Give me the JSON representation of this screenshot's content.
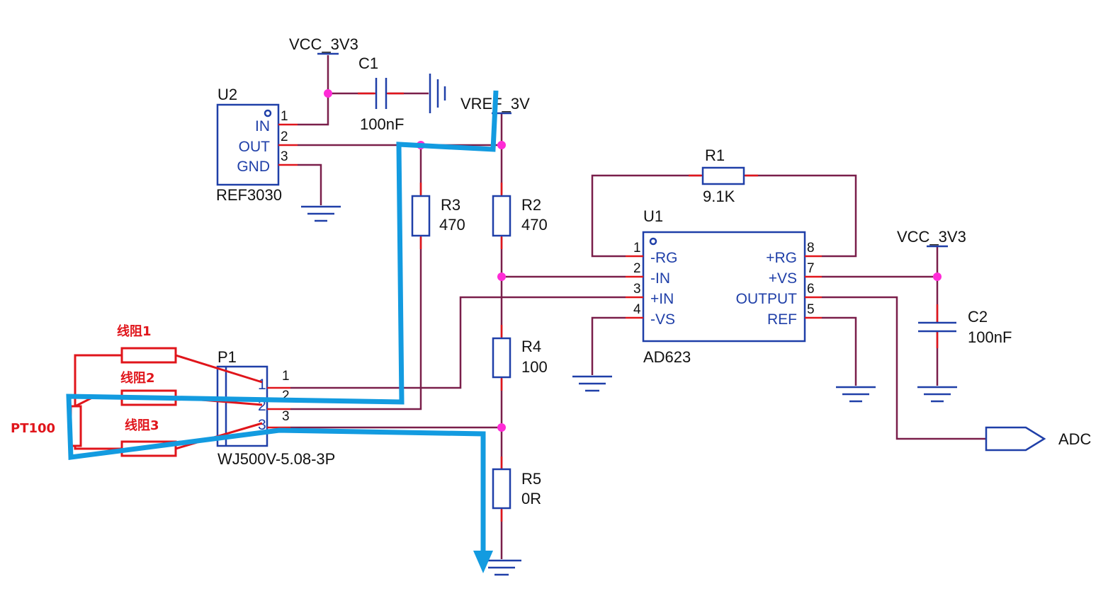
{
  "components": {
    "u2": {
      "ref": "U2",
      "value": "REF3030",
      "pins": {
        "in": "IN",
        "out": "OUT",
        "gnd": "GND"
      },
      "nums": [
        "1",
        "2",
        "3"
      ]
    },
    "c1": {
      "ref": "C1",
      "value": "100nF"
    },
    "c2": {
      "ref": "C2",
      "value": "100nF"
    },
    "r1": {
      "ref": "R1",
      "value": "9.1K"
    },
    "r2": {
      "ref": "R2",
      "value": "470"
    },
    "r3": {
      "ref": "R3",
      "value": "470"
    },
    "r4": {
      "ref": "R4",
      "value": "100"
    },
    "r5": {
      "ref": "R5",
      "value": "0R"
    },
    "u1": {
      "ref": "U1",
      "value": "AD623",
      "left_pins": [
        "-RG",
        "-IN",
        "+IN",
        "-VS"
      ],
      "right_pins": [
        "+RG",
        "+VS",
        "OUTPUT",
        "REF"
      ],
      "left_nums": [
        "1",
        "2",
        "3",
        "4"
      ],
      "right_nums": [
        "8",
        "7",
        "6",
        "5"
      ]
    },
    "p1": {
      "ref": "P1",
      "value": "WJ500V-5.08-3P",
      "nums": [
        "1",
        "2",
        "3"
      ]
    }
  },
  "nets": {
    "vcc_top": "VCC_3V3",
    "vcc_right": "VCC_3V3",
    "vref": "VREF_3V",
    "adc": "ADC"
  },
  "annotations": {
    "wire_res_1": "线阻1",
    "wire_res_2": "线阻2",
    "wire_res_3": "线阻3",
    "sensor": "PT100"
  },
  "colors": {
    "wire": "#7a1f4a",
    "pin": "#e0151b",
    "symbol": "#1f3fa8",
    "junction": "#ff2bd6",
    "annotation": "#e0151b",
    "current_path": "#139be0"
  }
}
